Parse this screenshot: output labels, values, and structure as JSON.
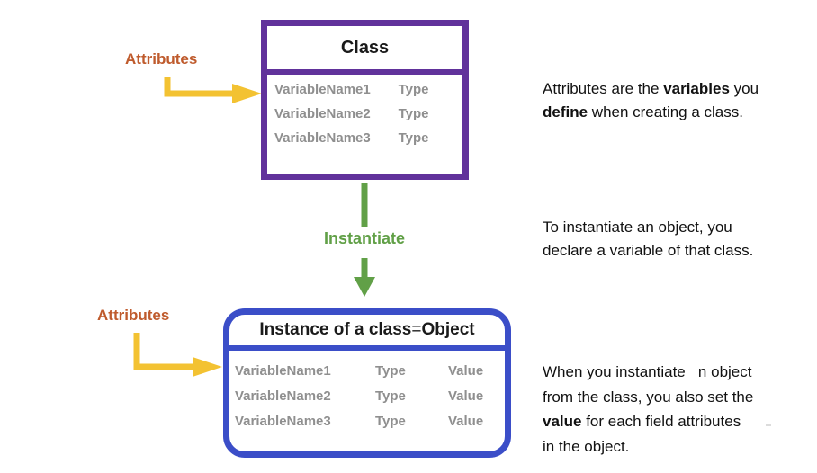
{
  "colors": {
    "purple": "#61329B",
    "blue": "#3B4EC8",
    "green": "#61A047",
    "yellow": "#F3C232",
    "orange": "#BF5B2D",
    "row_gray": "#8F8F8F",
    "text_black": "#1A1A1A"
  },
  "labels": {
    "attributes_top": "Attributes",
    "attributes_bottom": "Attributes",
    "instantiate": "Instantiate"
  },
  "class_box": {
    "title": "Class",
    "rows": [
      {
        "name": "VariableName1",
        "type": "Type"
      },
      {
        "name": "VariableName2",
        "type": "Type"
      },
      {
        "name": "VariableName3",
        "type": "Type"
      }
    ]
  },
  "object_box": {
    "title_rich": [
      {
        "t": "Instance of a class "
      },
      {
        "t": "=",
        "b": 0
      },
      {
        "t": " Object"
      }
    ],
    "rows": [
      {
        "name": "VariableName1",
        "type": "Type",
        "value": "Value"
      },
      {
        "name": "VariableName2",
        "type": "Type",
        "value": "Value"
      },
      {
        "name": "VariableName3",
        "type": "Type",
        "value": "Value"
      }
    ]
  },
  "notes": {
    "note1": [
      {
        "t": "Attributes are the "
      },
      {
        "t": "variables",
        "b": 1
      },
      {
        "t": " you\n"
      },
      {
        "t": "define",
        "b": 1
      },
      {
        "t": " when creating a class."
      }
    ],
    "note2": [
      {
        "t": "To instantiate an object, you\ndeclare a variable of that class."
      }
    ],
    "note3": [
      {
        "t": "When you instantiate   n object\nfrom the class, you also set the\n"
      },
      {
        "t": "value",
        "b": 1
      },
      {
        "t": " for each field attributes\nin the object."
      }
    ]
  }
}
